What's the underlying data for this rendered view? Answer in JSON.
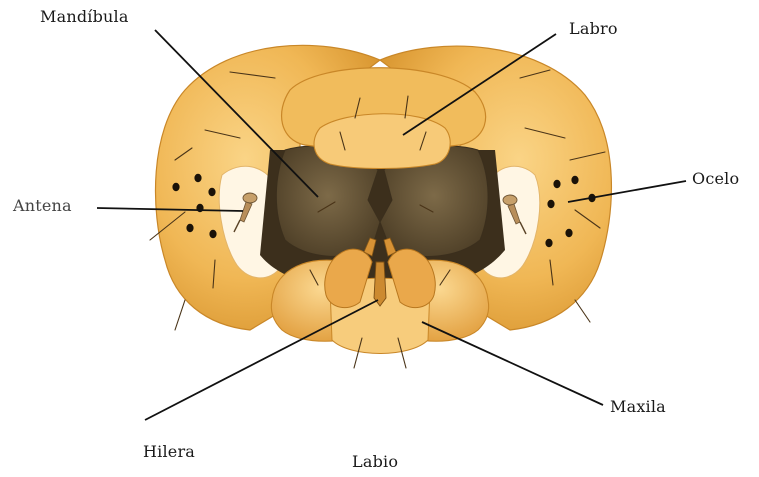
{
  "labels": {
    "mandibula": "Mandíbula",
    "labro": "Labro",
    "ocelo": "Ocelo",
    "antena": "Antena",
    "maxila": "Maxila",
    "hilera": "Hilera",
    "labio": "Labio"
  },
  "colors": {
    "head_light": "#f5c873",
    "head_mid": "#eeb24f",
    "head_dark": "#cf8a2a",
    "mandible_dark": "#5a4a30",
    "mandible_mid": "#7a6645",
    "ocelli": "#1a1208",
    "leader_lines": "#111111"
  }
}
